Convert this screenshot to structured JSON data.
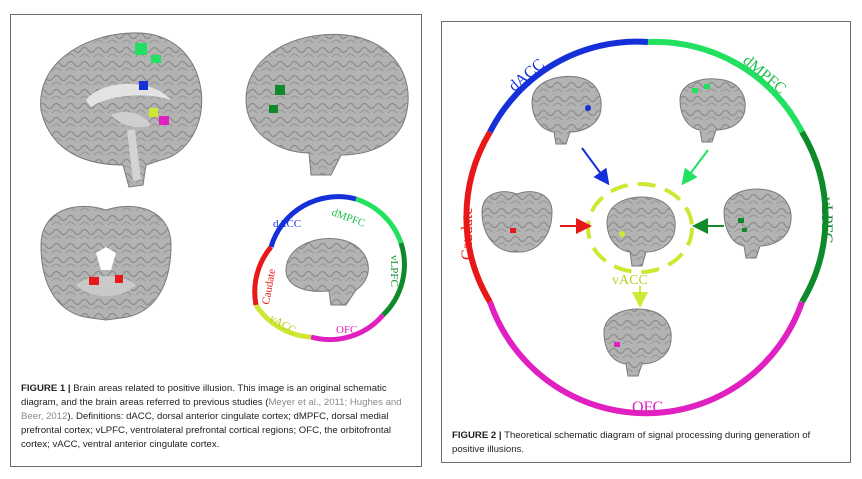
{
  "figure1": {
    "label": "FIGURE 1 |",
    "caption_a": " Brain areas related to positive illusion. This image is an original schematic diagram, and the brain areas referred to previous studies (",
    "caption_ref": "Meyer et al., 2011; Hughes and Beer, 2012",
    "caption_b": "). Definitions: dACC, dorsal anterior cingulate cortex; dMPFC, dorsal medial prefrontal cortex; vLPFC, ventrolateral prefrontal cortical regions; OFC, the orbitofrontal cortex; vACC, ventral anterior cingulate cortex.",
    "ring_labels": {
      "dacc": "dACC",
      "dmpfc": "dMPFC",
      "vlpfc": "vLPFC",
      "ofc": "OFC",
      "vacc": "vACC",
      "caudate": "Caudate"
    }
  },
  "figure2": {
    "label": "FIGURE 2 |",
    "caption": " Theoretical schematic diagram of signal processing during generation of positive illusions.",
    "ring_labels": {
      "dacc": "dACC",
      "dmpfc": "dMPFC",
      "vlpfc": "vLPFC",
      "ofc": "OFC",
      "vacc": "vACC",
      "caudate": "Caudate"
    }
  },
  "colors": {
    "dacc": "#1530d8",
    "dmpfc": "#22e060",
    "vlpfc": "#0f8a2a",
    "ofc": "#e020c0",
    "vacc": "#cfe633",
    "caudate": "#e81818",
    "brain": "#a9a9a9",
    "brain_dark": "#7a7a7a"
  }
}
